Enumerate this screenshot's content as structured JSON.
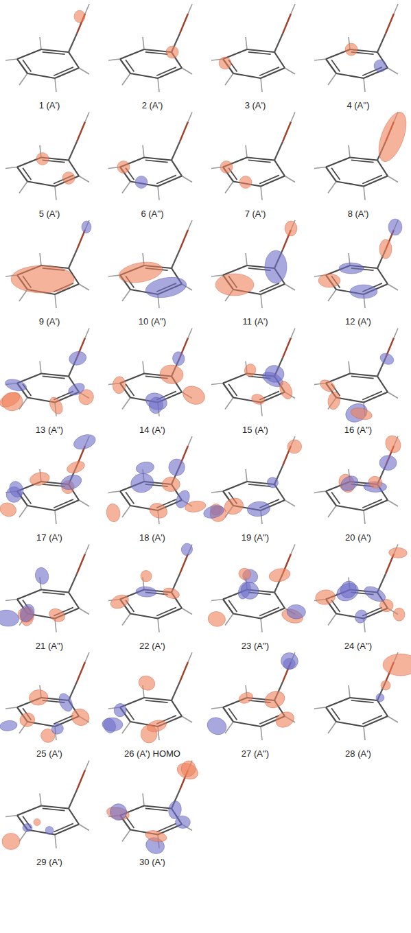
{
  "diagram": {
    "labels": [
      "1 (A')",
      "2 (A')",
      "3 (A')",
      "4 (A'')",
      "5 (A')",
      "6 (A'')",
      "7 (A')",
      "8 (A')",
      "9 (A')",
      "10 (A'')",
      "11 (A')",
      "12 (A')",
      "13 (A'')",
      "14 (A')",
      "15 (A')",
      "16 (A'')",
      "17 (A')",
      "18 (A')",
      "19 (A'')",
      "20 (A')",
      "21 (A'')",
      "22 (A')",
      "23 (A'')",
      "24 (A'')",
      "25 (A')",
      "26 (A') HOMO",
      "27 (A'')",
      "28 (A')",
      "29 (A')",
      "30 (A')"
    ]
  }
}
